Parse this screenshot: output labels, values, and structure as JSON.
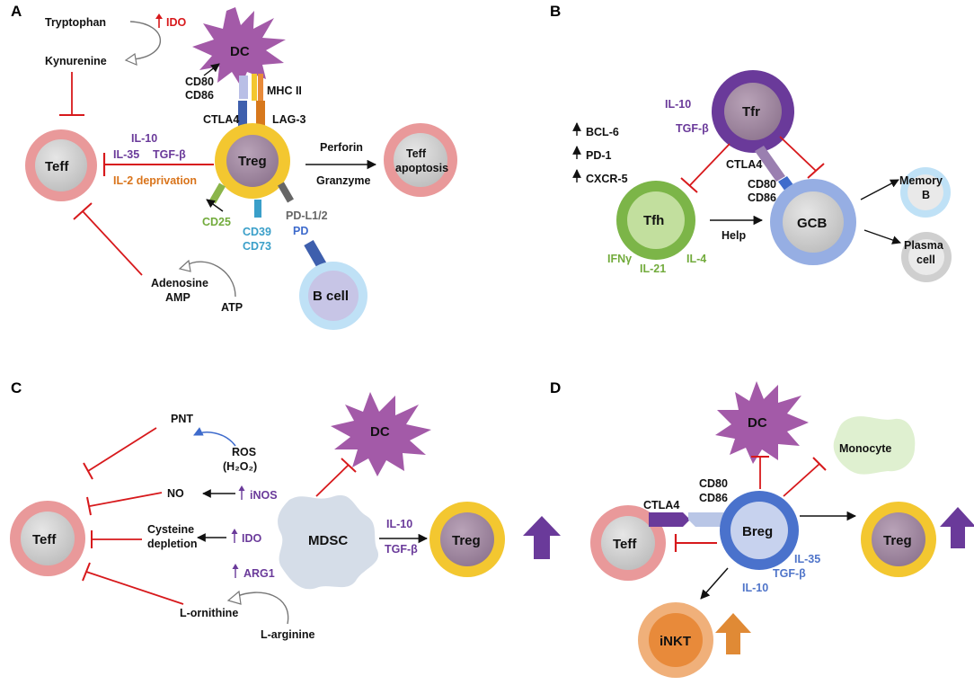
{
  "panels": {
    "A": {
      "label": "A",
      "tryptophan": "Tryptophan",
      "kynurenine": "Kynurenine",
      "ido": "IDO",
      "dc": "DC",
      "cd80": "CD80",
      "cd86": "CD86",
      "mhc2": "MHC II",
      "ctla4": "CTLA4",
      "lag3": "LAG-3",
      "il10": "IL-10",
      "il35": "IL-35",
      "tgfb": "TGF-β",
      "il2dep": "IL-2 deprivation",
      "teff": "Teff",
      "treg": "Treg",
      "perforin": "Perforin",
      "granzyme": "Granzyme",
      "teff_apop_1": "Teff",
      "teff_apop_2": "apoptosis",
      "cd25": "CD25",
      "cd39": "CD39",
      "cd73": "CD73",
      "pdl": "PD-L1/2",
      "pd": "PD",
      "adenosine": "Adenosine",
      "amp": "AMP",
      "atp": "ATP",
      "bcell": "B cell"
    },
    "B": {
      "label": "B",
      "il10": "IL-10",
      "tgfb": "TGF-β",
      "tfr": "Tfr",
      "bcl6": "BCL-6",
      "pd1": "PD-1",
      "cxcr5": "CXCR-5",
      "ctla4": "CTLA4",
      "cd80": "CD80",
      "cd86": "CD86",
      "tfh": "Tfh",
      "help": "Help",
      "gcb": "GCB",
      "memory1": "Memory",
      "memory2": "B",
      "plasma1": "Plasma",
      "plasma2": "cell",
      "ifng": "IFNγ",
      "il21": "IL-21",
      "il4": "IL-4"
    },
    "C": {
      "label": "C",
      "pnt": "PNT",
      "ros": "ROS",
      "h2o2": "(H₂O₂)",
      "no": "NO",
      "inos": "iNOS",
      "cys1": "Cysteine",
      "cys2": "depletion",
      "ido": "IDO",
      "arg1": "ARG1",
      "mdsc": "MDSC",
      "dc": "DC",
      "il10": "IL-10",
      "tgfb": "TGF-β",
      "treg": "Treg",
      "teff": "Teff",
      "lorn": "L-ornithine",
      "larg": "L-arginine"
    },
    "D": {
      "label": "D",
      "dc": "DC",
      "monocyte": "Monocyte",
      "ctla4": "CTLA4",
      "cd80": "CD80",
      "cd86": "CD86",
      "teff": "Teff",
      "breg": "Breg",
      "treg": "Treg",
      "il35": "IL-35",
      "tgfb": "TGF-β",
      "il10": "IL-10",
      "inkt": "iNKT"
    }
  },
  "colors": {
    "teff_ring": "#e9999a",
    "treg_ring": "#f3c730",
    "cell_core_grey": "#c8c8c8",
    "treg_core": "#a98fa8",
    "dc": "#a35aa8",
    "tfr_ring": "#6a3a9a",
    "tfh_ring": "#7cb548",
    "gcb_ring": "#96aee3",
    "breg_ring": "#4a72cc",
    "inkt_ring": "#f0b07a",
    "inkt_core": "#e88a3a",
    "inhibit_red": "#d7191c",
    "up_arrow_purple": "#6a3a9a",
    "up_arrow_orange": "#e08a35"
  }
}
